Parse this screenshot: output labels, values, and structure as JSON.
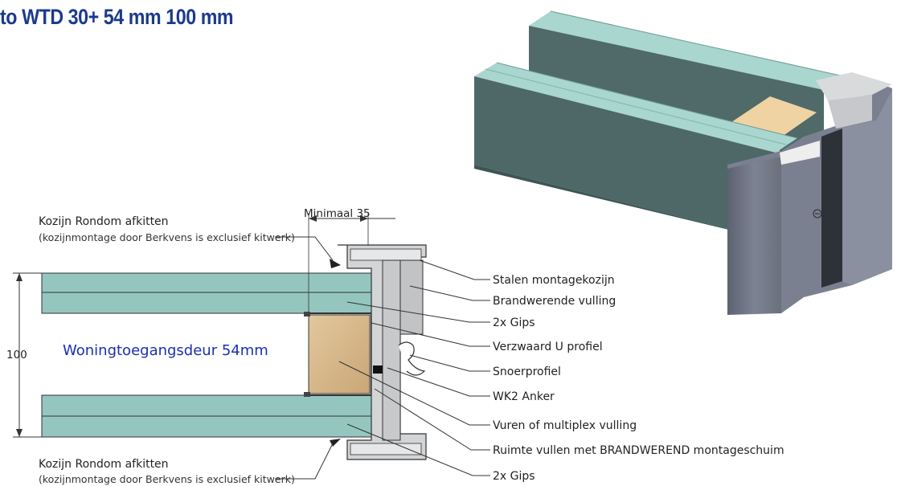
{
  "title": "to WTD 30+ 54 mm 100 mm",
  "door_label": "Woningtoegangsdeur 54mm",
  "dimensions": {
    "top": "Minimaal 35",
    "left": "100"
  },
  "annotations": {
    "top_note": {
      "line1": "Kozijn Rondom afkitten",
      "line2": "(kozijnmontage door Berkvens is exclusief kitwerk)"
    },
    "bottom_note": {
      "line1": "Kozijn Rondom afkitten",
      "line2": "(kozijnmontage door Berkvens is exclusief kitwerk)"
    }
  },
  "callouts": [
    "Stalen montagekozijn",
    "Brandwerende vulling",
    "2x Gips",
    "Verzwaard U profiel",
    "Snoerprofiel",
    "WK2 Anker",
    "Vuren of multiplex vulling",
    "Ruimte vullen met BRANDWEREND montageschuim",
    "2x Gips"
  ],
  "colors": {
    "title": "#1a3a8c",
    "door_label": "#1a2fb0",
    "gypsum": "#8fc4bd",
    "wood": "#d8b98c",
    "steel": "#d9dadb",
    "render_wall": "#4d6866",
    "render_frame": "#6e7480"
  }
}
